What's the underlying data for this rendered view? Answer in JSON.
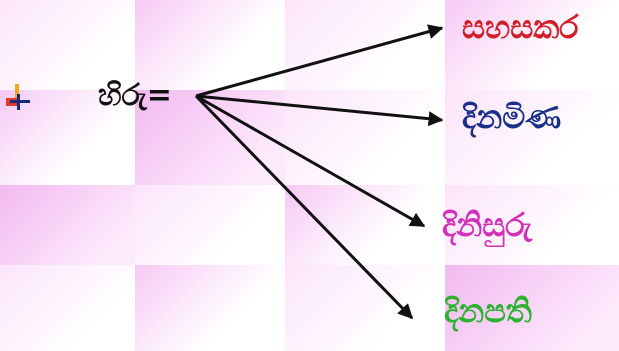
{
  "source_label": "හිරු=",
  "targets": [
    {
      "label": "සහසකර",
      "color": "#d11f2a"
    },
    {
      "label": "දිනමිණ",
      "color": "#1b2f8a"
    },
    {
      "label": "දිනිසුරු",
      "color": "#d42fb8"
    },
    {
      "label": "දිනපති",
      "color": "#2cb22f"
    }
  ],
  "bullet_icon": "colored-cross-bullet-icon",
  "arrow_color": "#111111"
}
